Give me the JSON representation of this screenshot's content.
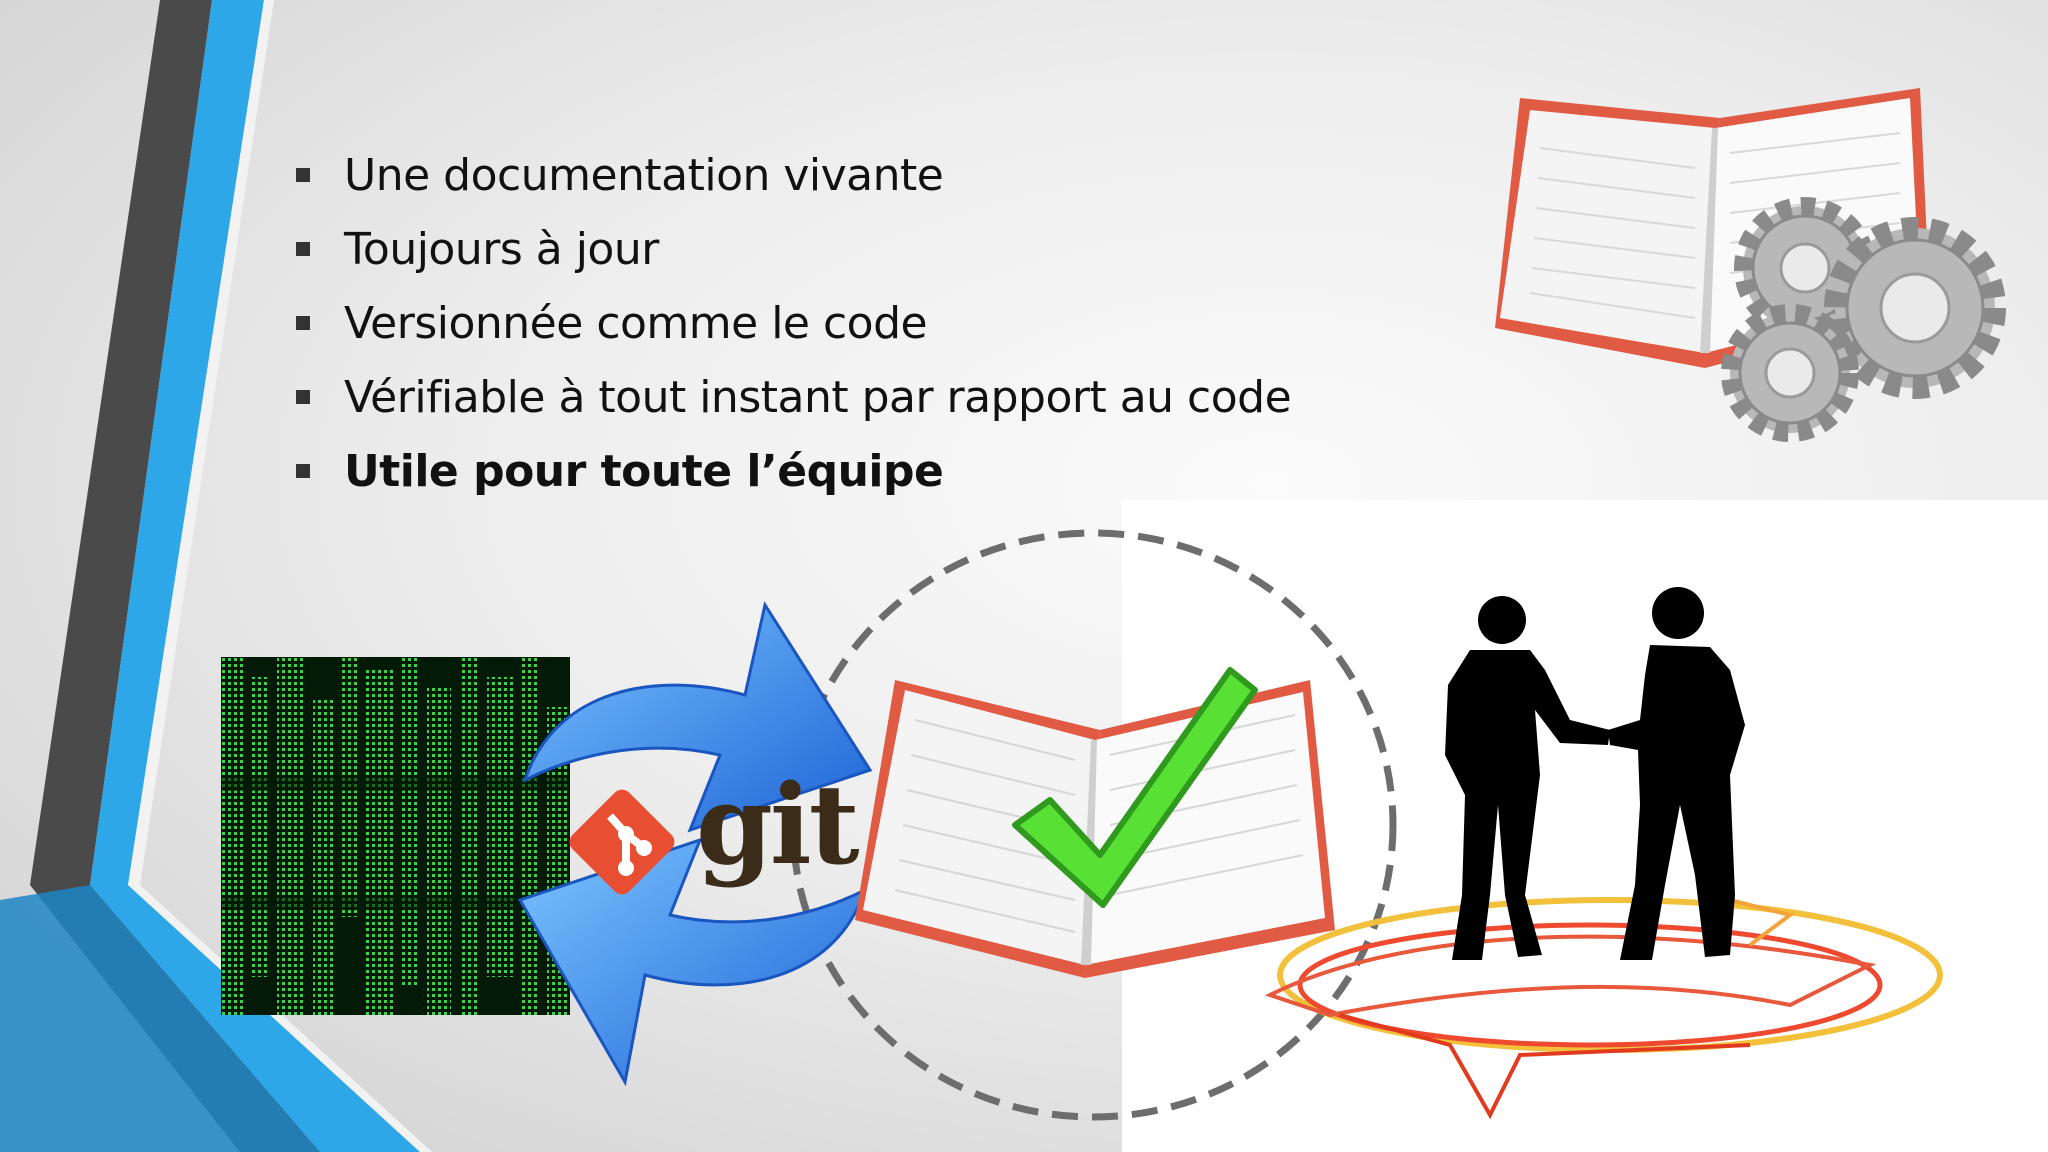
{
  "slide": {
    "bullets": [
      {
        "text": "Une documentation vivante",
        "bold": false
      },
      {
        "text": "Toujours à jour",
        "bold": false
      },
      {
        "text": "Versionnée comme le code",
        "bold": false
      },
      {
        "text": "Vérifiable à tout instant par rapport au code",
        "bold": false
      },
      {
        "text": "Utile pour toute l’équipe",
        "bold": true
      }
    ],
    "git_logo_text": "git"
  },
  "colors": {
    "accent_blue": "#2ea7e8",
    "dark_gray": "#4a4a4a",
    "check_green": "#58e035",
    "arrow_blue": "#2f7fe0",
    "git_orange": "#e84e31",
    "book_red": "#e0523f"
  },
  "images": [
    {
      "name": "open-book-with-gears",
      "kind": "illustration"
    },
    {
      "name": "green-matrix-code",
      "kind": "illustration"
    },
    {
      "name": "sync-arrows-icon",
      "kind": "icon"
    },
    {
      "name": "git-logo",
      "kind": "logo"
    },
    {
      "name": "open-book-with-checkmark",
      "kind": "illustration"
    },
    {
      "name": "handshake-silhouette",
      "kind": "illustration"
    }
  ]
}
